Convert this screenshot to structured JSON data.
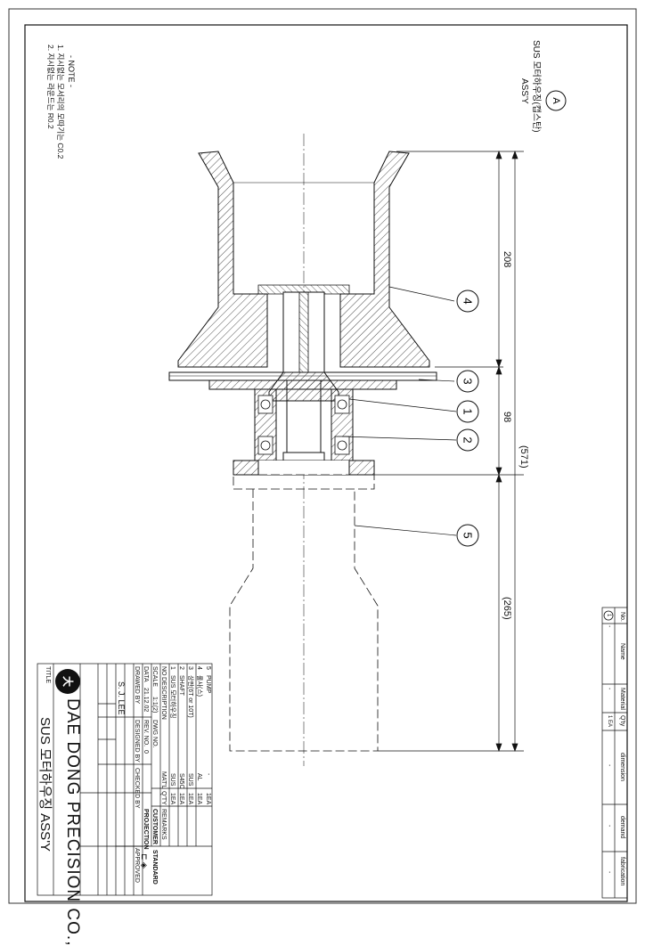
{
  "view": {
    "label_circle": "A",
    "caption_line1": "SUS 모터하우징(캡스탄)",
    "caption_line2": "ASS'Y"
  },
  "notes": {
    "heading": "- NOTE -",
    "lines": [
      "1. 지시없는 모서리의 모따기는 C0.2",
      "2. 지시없는 라운드는 R0.2"
    ]
  },
  "dimensions": {
    "d208": "208",
    "d98": "98",
    "d571": "(571)",
    "d265": "(265)"
  },
  "balloons": [
    "4",
    "3",
    "1",
    "2",
    "5"
  ],
  "revision_table": {
    "headers": [
      "No.",
      "Name",
      "Material",
      "Q'ty",
      "dimension",
      "demand",
      "fabrication"
    ],
    "row": {
      "no": "1",
      "name": "-",
      "material": "-",
      "qty": "1 EA",
      "dimension": "-",
      "demand": "-",
      "fabrication": "-"
    }
  },
  "parts_list": {
    "headers": {
      "no": "NO",
      "description": "DESCRIPTION",
      "material": "MAT'L",
      "qty": "Q'TY",
      "remarks": "REMARKS"
    },
    "rows": [
      {
        "no": "5",
        "description": "PUMP",
        "material": "-",
        "qty": "1EA"
      },
      {
        "no": "4",
        "description": "롤사(스)",
        "material": "AL",
        "qty": "1EA"
      },
      {
        "no": "3",
        "description": "상판(6T or 10T)",
        "material": "SUS",
        "qty": "1EA"
      },
      {
        "no": "2",
        "description": "SHAFT",
        "material": "S45C",
        "qty": "1EA"
      },
      {
        "no": "1",
        "description": "SUS 모터하우징",
        "material": "SUS",
        "qty": "1EA"
      }
    ]
  },
  "title_block": {
    "scale_label": "SCALE",
    "scale_value": "1:1(2)",
    "dwg_no_label": "DWG NO.",
    "data_label": "DATA",
    "data_value": "21.12.02",
    "rev_no_label": "REV. NO.",
    "rev_no_value": "0",
    "drawn_by_label": "DRAWED BY",
    "designed_by_label": "DESIGNED BY",
    "checked_by_label": "CHECKED BY",
    "approved_label": "APPROVED",
    "drawer_name": "S. J. LEE",
    "customer_label": "CUSTOMER",
    "standard_label": "STANDARD",
    "projection_label": "PROJECTION",
    "company_name": "DAE DONG PRECISION CO.,",
    "title_label": "TITLE",
    "drawing_title": "SUS 모터하우징 ASS'Y"
  }
}
